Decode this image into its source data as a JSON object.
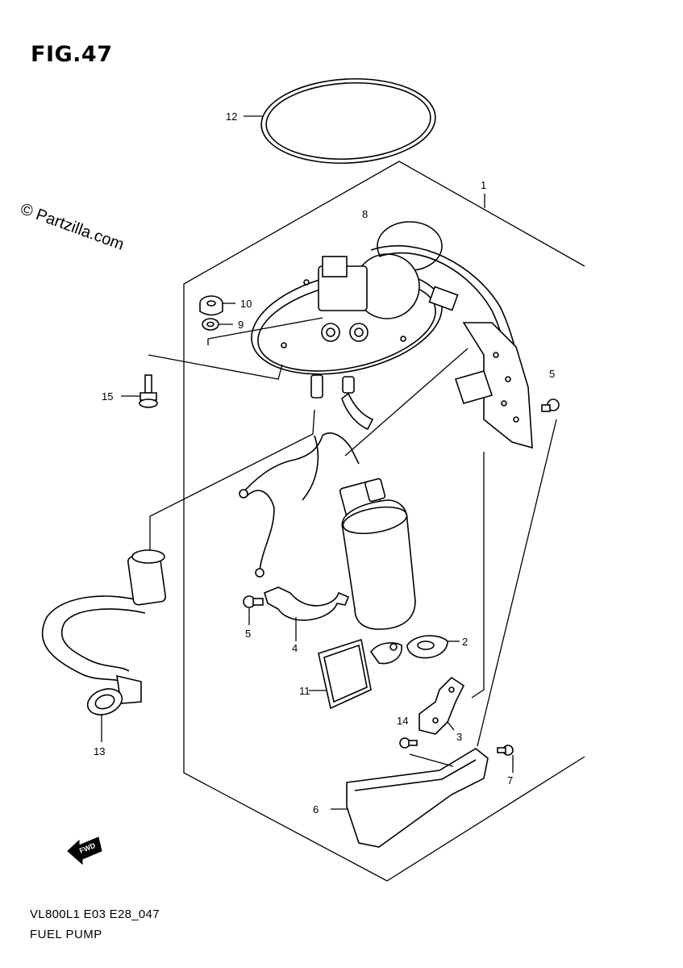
{
  "figure": {
    "title": "FIG.47",
    "watermark": "© Partzilla.com",
    "footer_code": "VL800L1 E03 E28_047",
    "footer_name": "FUEL PUMP",
    "forward_label": "FWD"
  },
  "callouts": [
    {
      "id": "c1",
      "label": "1"
    },
    {
      "id": "c2",
      "label": "2"
    },
    {
      "id": "c3",
      "label": "3"
    },
    {
      "id": "c4",
      "label": "4"
    },
    {
      "id": "c5a",
      "label": "5"
    },
    {
      "id": "c5b",
      "label": "5"
    },
    {
      "id": "c6",
      "label": "6"
    },
    {
      "id": "c7",
      "label": "7"
    },
    {
      "id": "c8",
      "label": "8"
    },
    {
      "id": "c9",
      "label": "9"
    },
    {
      "id": "c10",
      "label": "10"
    },
    {
      "id": "c11",
      "label": "11"
    },
    {
      "id": "c12",
      "label": "12"
    },
    {
      "id": "c13",
      "label": "13"
    },
    {
      "id": "c14",
      "label": "14"
    },
    {
      "id": "c15",
      "label": "15"
    }
  ]
}
